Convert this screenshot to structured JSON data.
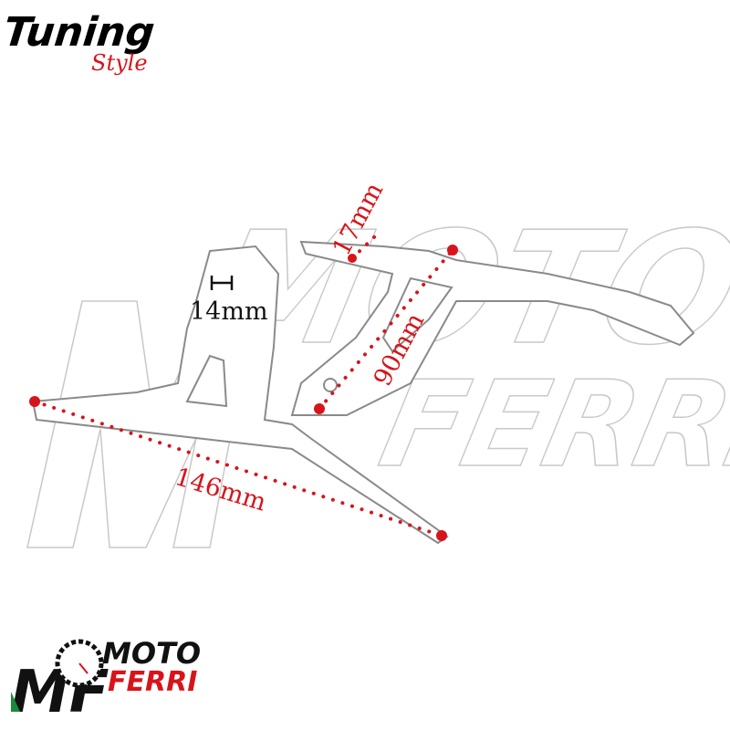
{
  "brand_top": {
    "line1": "Tuning",
    "line2": "Style"
  },
  "watermark": {
    "line1": "MOTO",
    "line2": "FERRI"
  },
  "dimensions": {
    "height_label": "17mm",
    "slot_width_label": "14mm",
    "diagonal_label": "90mm",
    "length_label": "146mm"
  },
  "brand_bottom": {
    "monogram": "MF",
    "line1": "MOTO",
    "line2": "FERRI"
  },
  "colors": {
    "accent": "#d7141a",
    "outline": "#9a9a9a",
    "text": "#111111"
  }
}
